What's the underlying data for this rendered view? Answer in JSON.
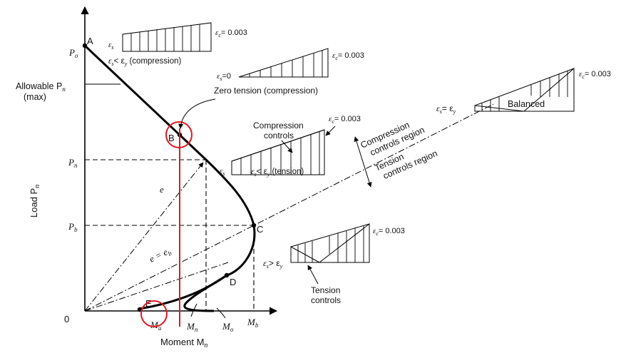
{
  "axes": {
    "y_label": "Load P",
    "y_label_sub": "n",
    "x_label": "Moment M",
    "x_label_sub": "n",
    "origin": "0"
  },
  "y_ticks": {
    "po": "P",
    "po_sub": "o",
    "allow_1": "Allowable P",
    "allow_sub": "n",
    "allow_2": "(max)",
    "pn": "P",
    "pn_sub": "n",
    "pb": "P",
    "pb_sub": "b"
  },
  "x_ticks": {
    "mu": "M",
    "mu_sub": "u",
    "mn": "M",
    "mn_sub": "n",
    "mo": "M",
    "mo_sub": "o",
    "mb": "M",
    "mb_sub": "b"
  },
  "points": {
    "a": "A",
    "b": "B",
    "c": "C",
    "d": "D",
    "e": "E"
  },
  "eccentricity": {
    "e": "e",
    "eb": "e = e",
    "eb_sub": "b"
  },
  "strain_labels": {
    "ec_value": "= 0.003",
    "eps": "ε",
    "c_sub": "c",
    "s_sub": "s",
    "y_sub": "y",
    "d1_left": "< ε",
    "d1_paren": " (compression)",
    "d2_left": "=0",
    "d2_caption": "Zero tension (compression)",
    "d3_left": "= ε",
    "d3_balanced": "Balanced",
    "d4_title_1": "Compression",
    "d4_title_2": "controls",
    "d4_left": "< ε",
    "d4_paren": " (tension)",
    "d5_left": "> ε",
    "d5_title_1": "Tension",
    "d5_title_2": "controls"
  },
  "regions": {
    "comp_1": "Compression",
    "comp_2": "controls region",
    "tens_1": "Tension",
    "tens_2": "controls region"
  },
  "colors": {
    "highlight": "#e0191f",
    "ink": "#111111"
  }
}
